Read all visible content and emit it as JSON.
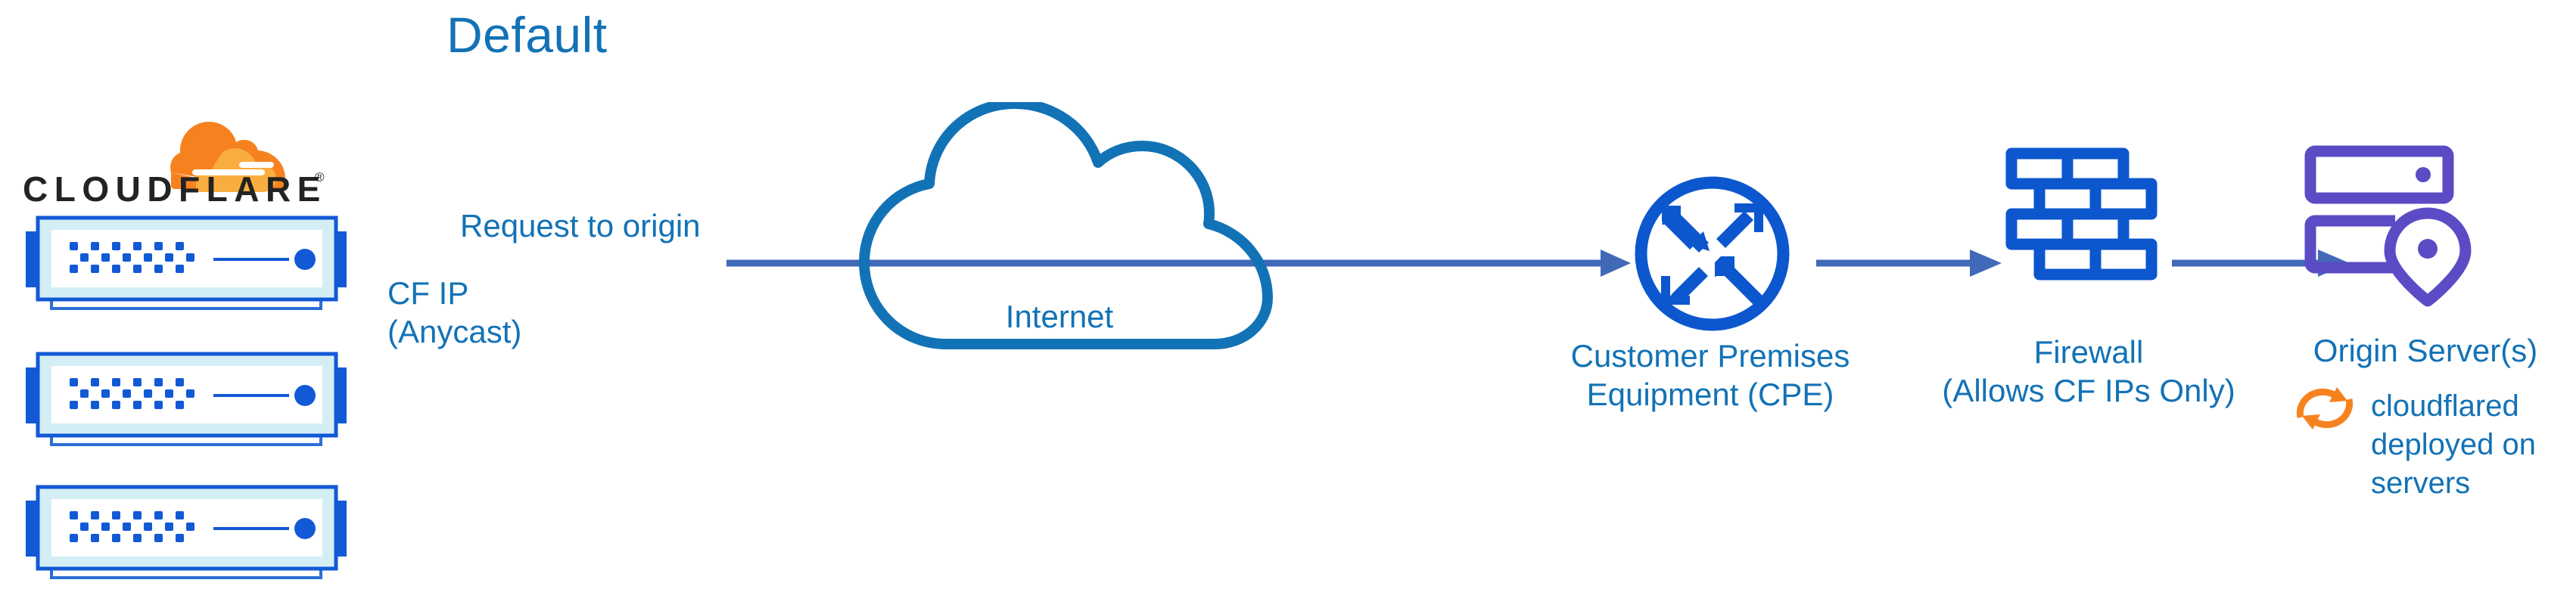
{
  "diagram": {
    "title": "Default",
    "accent_blue": "#1272b6",
    "arrow_blue": "#4169b8",
    "icon_blue": "#0c57ce",
    "origin_purple": "#5b4bc4",
    "cloudflare_orange": "#f6821f",
    "cloudflare_orange_light": "#faad3f",
    "background": "#ffffff"
  },
  "logo": {
    "wordmark": "CLOUDFLARE",
    "registered_mark": "®",
    "cloud_icon": "cloudflare-cloud-mark"
  },
  "edge_nodes": {
    "server_count": 3,
    "label_request": "Request to origin",
    "label_ip_line1": "CF IP",
    "label_ip_line2": "(Anycast)"
  },
  "internet": {
    "label": "Internet",
    "icon": "cloud-outline-icon"
  },
  "cpe": {
    "icon": "router-icon",
    "label_line1": "Customer Premises",
    "label_line2": "Equipment (CPE)"
  },
  "firewall": {
    "icon": "brick-wall-icon",
    "label_line1": "Firewall",
    "label_line2": "(Allows CF IPs Only)"
  },
  "origin": {
    "icon": "server-location-pin-icon",
    "label": "Origin Server(s)"
  },
  "cloudflared": {
    "icon": "refresh-cycle-icon",
    "label_line1": "cloudflared",
    "label_line2": "deployed on",
    "label_line3": "servers"
  }
}
